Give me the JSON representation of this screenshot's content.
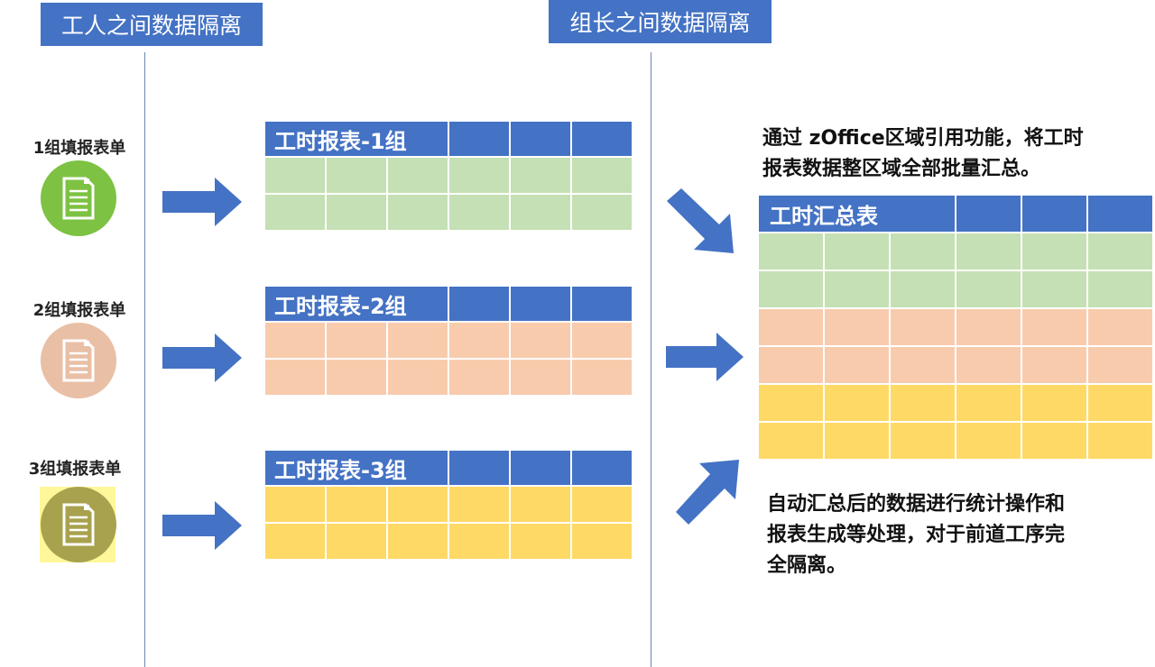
{
  "headers": {
    "left": "工人之间数据隔离",
    "right": "组长之间数据隔离"
  },
  "groups": [
    {
      "label": "1组填报表单",
      "table_title": "工时报表-1组",
      "color": "#7DC242",
      "row_color": "#C5E0B4"
    },
    {
      "label": "2组填报表单",
      "table_title": "工时报表-2组",
      "color": "#E9BFA5",
      "row_color": "#F8CBAD"
    },
    {
      "label": "3组填报表单",
      "table_title": "工时报表-3组",
      "color": "#A8A24E",
      "row_color": "#FFD966"
    }
  ],
  "summary": {
    "description_top": [
      "通过 zOffice区域引用功能，将工时",
      "报表数据整区域全部批量汇总。"
    ],
    "table_title": "工时汇总表",
    "description_bottom": [
      "自动汇总后的数据进行统计操作和",
      "报表生成等处理，对于前道工序完",
      "全隔离。"
    ]
  },
  "icons": {
    "form": "document-icon",
    "arrow": "right-arrow-icon"
  },
  "colors": {
    "accent": "#4472C4",
    "green_rows": "#C5E0B4",
    "peach_rows": "#F8CBAD",
    "yellow_rows": "#FFD966"
  }
}
